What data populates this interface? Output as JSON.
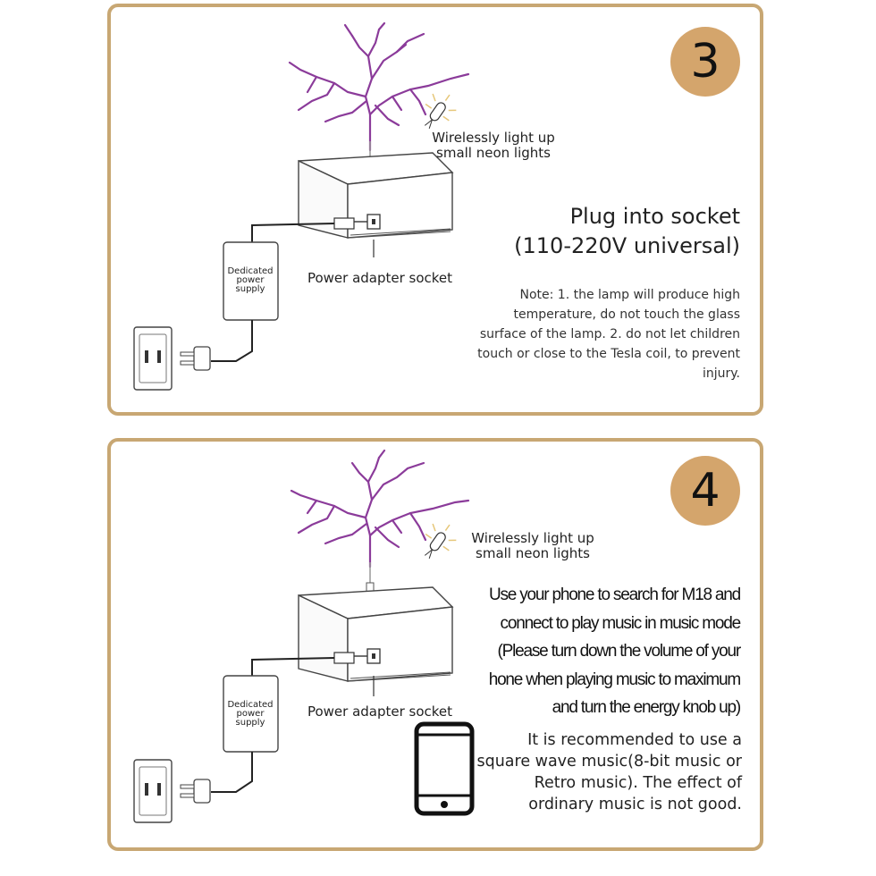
{
  "steps": [
    {
      "number": "3",
      "neon_label": "Wirelessly light up small neon lights",
      "adapter_label": "Power adapter socket",
      "supply_label": "Dedicated power supply",
      "heading_lines": [
        "Plug into socket",
        "(110-220V universal)"
      ],
      "note": "Note: 1. the lamp will produce high temperature, do not touch the glass surface of the lamp. 2. do not let children touch or close to the Tesla coil, to prevent injury."
    },
    {
      "number": "4",
      "neon_label": "Wirelessly light up small neon lights",
      "adapter_label": "Power adapter socket",
      "supply_label": "Dedicated power supply",
      "instruction_lines": [
        "Use your phone to search for M18 and",
        "connect to play music in music mode",
        "(Please turn down the volume of your",
        "hone when playing music to maximum",
        "and turn the energy knob up)"
      ],
      "recommendation": "It is recommended to use a square wave music(8-bit music or Retro music). The effect of ordinary music is not good."
    }
  ],
  "colors": {
    "frame": "#c8a773",
    "badge": "#d4a56c",
    "arc": "#8b3b9a"
  },
  "icons": [
    "tesla-coil-icon",
    "neon-bulb-icon",
    "power-supply-icon",
    "wall-outlet-icon",
    "plug-icon",
    "smartphone-icon"
  ]
}
